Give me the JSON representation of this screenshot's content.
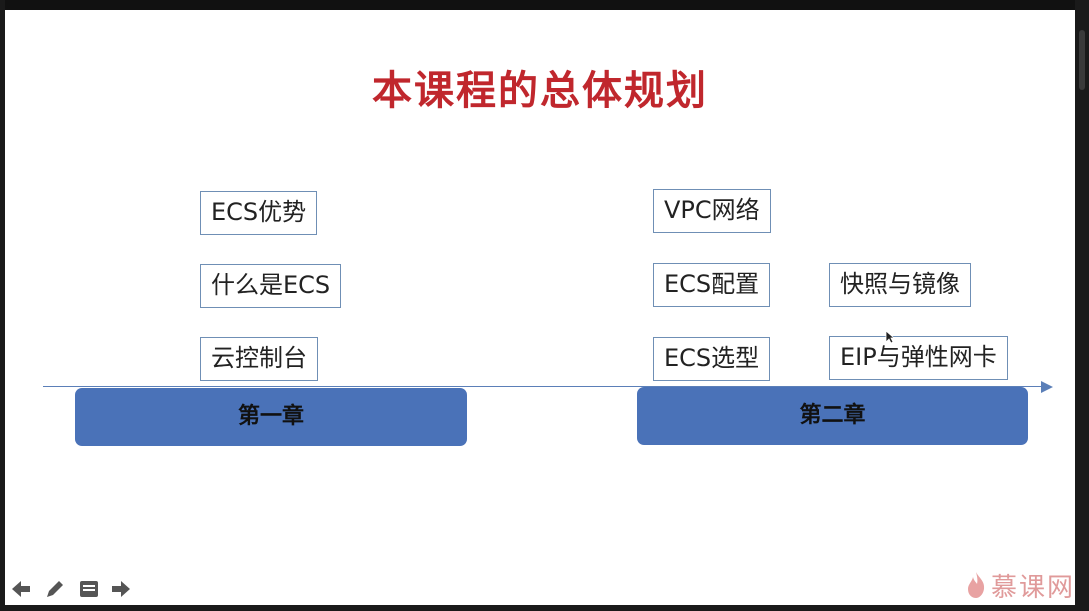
{
  "slide": {
    "title": "本课程的总体规划"
  },
  "chapters": [
    {
      "label": "第一章",
      "topics": [
        "ECS优势",
        "什么是ECS",
        "云控制台"
      ]
    },
    {
      "label": "第二章",
      "topics": [
        "VPC网络",
        "ECS配置",
        "ECS选型",
        "快照与镜像",
        "EIP与弹性网卡"
      ]
    }
  ],
  "toolbar": {
    "icons": [
      "back-arrow-icon",
      "pen-icon",
      "menu-icon",
      "forward-arrow-icon"
    ]
  },
  "watermark": {
    "text": "慕课网"
  },
  "colors": {
    "title": "#c0272d",
    "chapter_bar": "#4a72b8",
    "topic_border": "#6f8fb5",
    "timeline": "#5b7fb8"
  }
}
